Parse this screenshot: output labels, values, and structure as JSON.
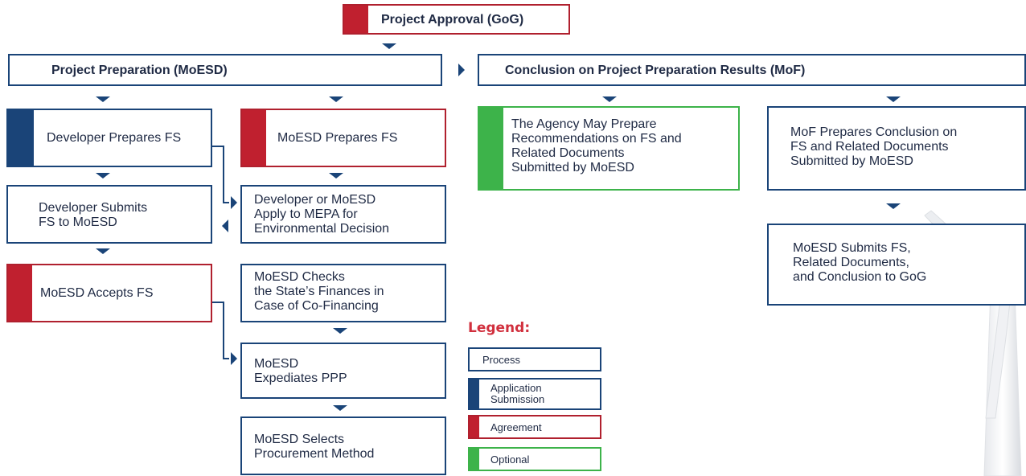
{
  "top": {
    "approval": "Project Approval (GoG)"
  },
  "headers": {
    "preparation": "Project Preparation (MoESD)",
    "conclusion": "Conclusion on Project Preparation Results (MoF)"
  },
  "left_column": {
    "developer_prepares": "Developer Prepares FS",
    "developer_submits": "Developer Submits\nFS to MoESD",
    "moesd_accepts": "MoESD  Accepts FS"
  },
  "middle_column": {
    "moesd_prepares": "MoESD Prepares FS",
    "apply_mepa": "Developer or MoESD\nApply to MEPA for\nEnvironmental Decision",
    "checks_finances": "MoESD Checks\nthe State’s Finances in\nCase of Co-Financing",
    "expedites_ppp": "MoESD\nExpediates PPP",
    "selects_procurement": "MoESD Selects\nProcurement Method"
  },
  "right_section": {
    "agency_recommendations": "The Agency May Prepare\nRecommendations on FS and\nRelated Documents\nSubmitted by MoESD",
    "mof_conclusion": "MoF Prepares Conclusion on\nFS and Related Documents\nSubmitted by MoESD",
    "moesd_submits": "MoESD Submits FS,\nRelated Documents,\nand Conclusion to GoG"
  },
  "legend": {
    "title": "Legend:",
    "process": "Process",
    "application": "Application\nSubmission",
    "agreement": "Agreement",
    "optional": "Optional"
  },
  "colors": {
    "navy": "#1a4478",
    "red": "#c0202f",
    "green": "#3db34a"
  }
}
